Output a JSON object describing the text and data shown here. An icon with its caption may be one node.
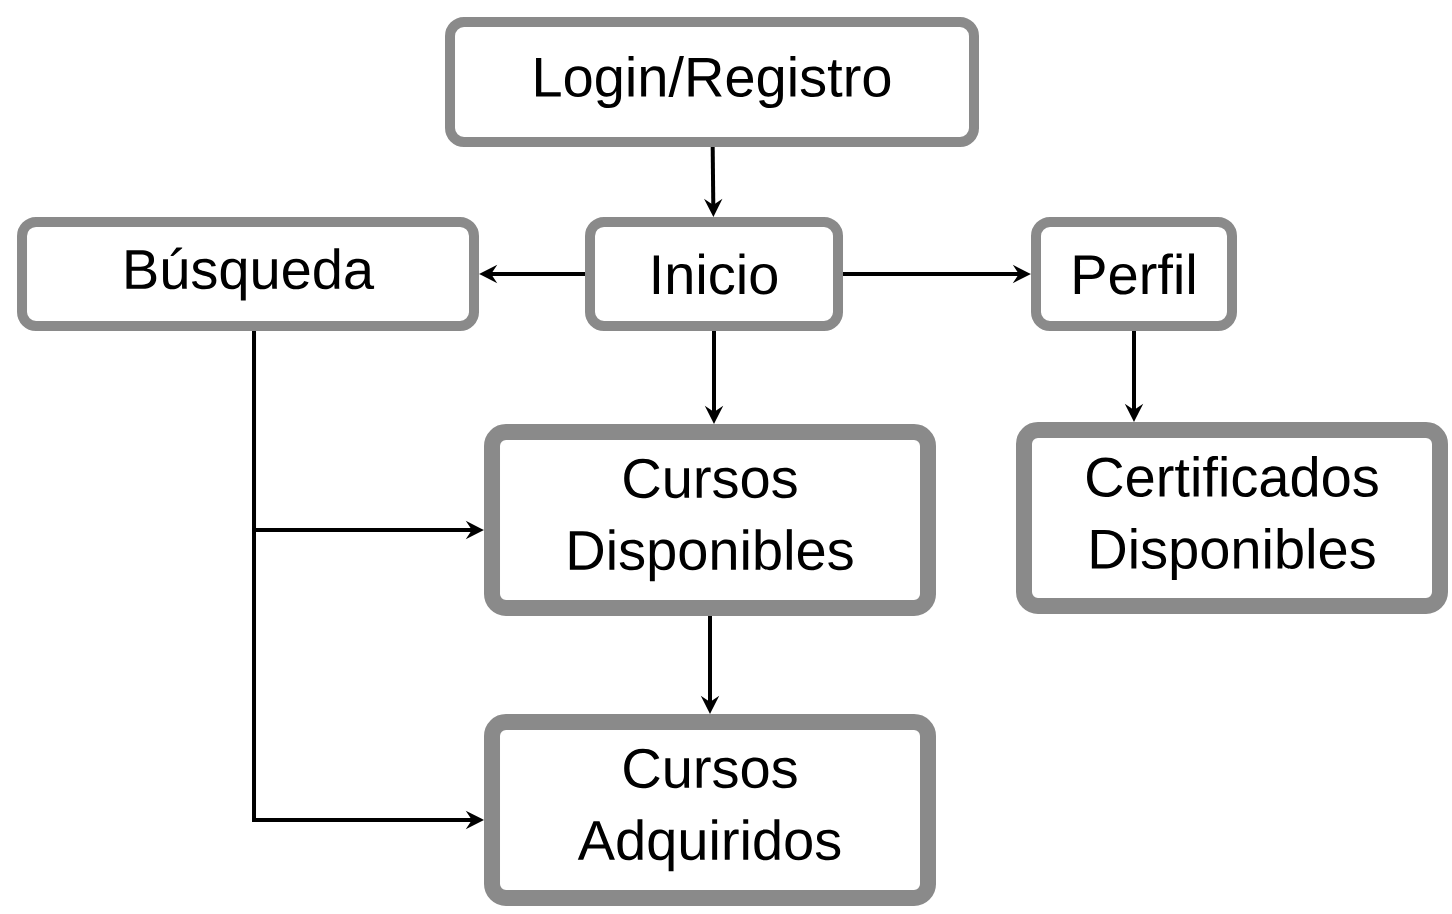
{
  "diagram": {
    "nodes": [
      {
        "text": [
          "Login/Registro"
        ]
      },
      {
        "text": [
          "Inicio"
        ]
      },
      {
        "text": [
          "Búsqueda"
        ]
      },
      {
        "text": [
          "Perfil"
        ]
      },
      {
        "text": [
          "Cursos Disponibles"
        ]
      },
      {
        "text": [
          "Certificados Disponibles"
        ]
      },
      {
        "text": [
          "Cursos Adquiridos"
        ]
      }
    ],
    "edges": [
      {
        "from": 0,
        "to": 1,
        "arrow": "to"
      },
      {
        "from": 1,
        "to": 2,
        "arrow": "to"
      },
      {
        "from": 1,
        "to": 3,
        "arrow": "to"
      },
      {
        "from": 1,
        "to": 4,
        "arrow": "to"
      },
      {
        "from": 3,
        "to": 5,
        "arrow": "to"
      },
      {
        "from": 4,
        "to": 6,
        "arrow": "to"
      },
      {
        "from": 2,
        "to": 4,
        "arrow": "to"
      },
      {
        "from": 2,
        "to": 6,
        "arrow": "to"
      }
    ]
  }
}
